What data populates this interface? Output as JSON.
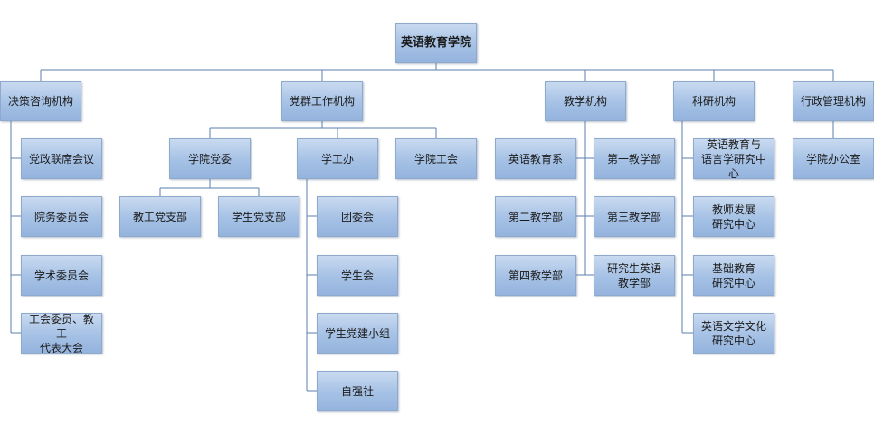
{
  "root": "英语教育学院",
  "branches": {
    "decision": {
      "title": "决策咨询机构",
      "items": [
        "党政联席会议",
        "院务委员会",
        "学术委员会",
        "工会委员、教工\n代表大会"
      ]
    },
    "party": {
      "title": "党群工作机构",
      "committee": {
        "title": "学院党委",
        "items": [
          "教工党支部",
          "学生党支部"
        ]
      },
      "student_affairs": {
        "title": "学工办",
        "items": [
          "团委会",
          "学生会",
          "学生党建小组",
          "自强社"
        ]
      },
      "union": {
        "title": "学院工会"
      }
    },
    "teaching": {
      "title": "教学机构",
      "items": [
        "英语教育系",
        "第一教学部",
        "第二教学部",
        "第三教学部",
        "第四教学部",
        "研究生英语\n教学部"
      ]
    },
    "research": {
      "title": "科研机构",
      "items": [
        "英语教育与\n语言学研究中心",
        "教师发展\n研究中心",
        "基础教育\n研究中心",
        "英语文学文化\n研究中心"
      ]
    },
    "admin": {
      "title": "行政管理机构",
      "items": [
        "学院办公室"
      ]
    }
  }
}
